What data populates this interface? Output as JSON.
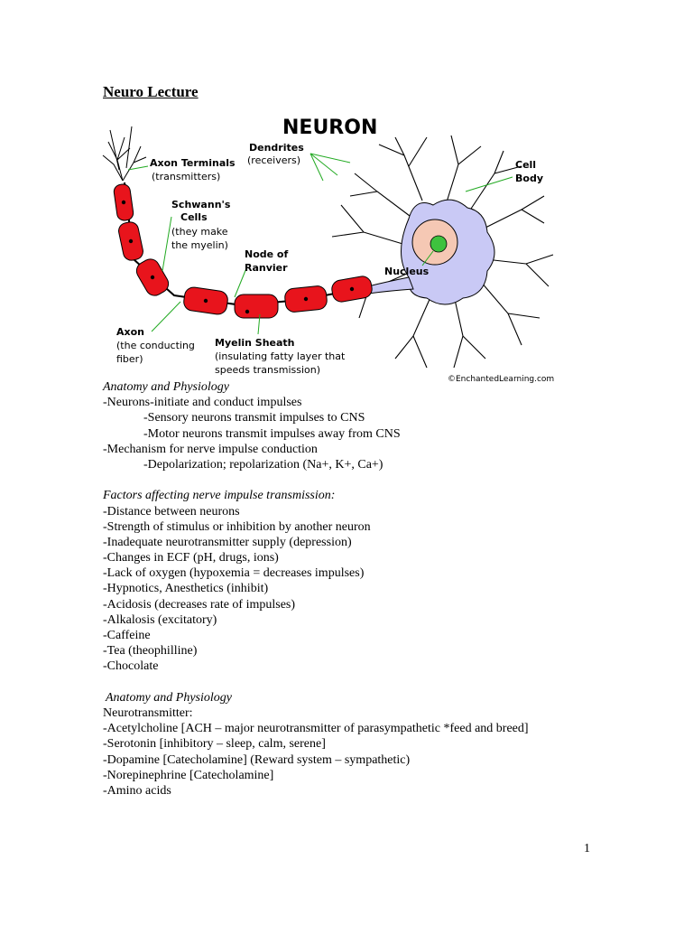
{
  "title": "Neuro Lecture",
  "diagram": {
    "heading": "NEURON",
    "labels": {
      "axon_terminals": "Axon Terminals",
      "axon_terminals_sub": "(transmitters)",
      "dendrites": "Dendrites",
      "dendrites_sub": "(receivers)",
      "cell_body_1": "Cell",
      "cell_body_2": "Body",
      "schwann_1": "Schwann's",
      "schwann_2": "Cells",
      "schwann_sub_1": "(they make",
      "schwann_sub_2": "the myelin)",
      "node_1": "Node of",
      "node_2": "Ranvier",
      "nucleus": "Nucleus",
      "axon": "Axon",
      "axon_sub_1": "(the conducting",
      "axon_sub_2": "fiber)",
      "myelin": "Myelin Sheath",
      "myelin_sub_1": "(insulating fatty layer that",
      "myelin_sub_2": "speeds transmission)",
      "credit": "©EnchantedLearning.com"
    },
    "colors": {
      "myelin": "#e8141c",
      "cell_body": "#c9c9f5",
      "outline": "#000000",
      "nucleus": "#f5c8b4",
      "nucleolus": "#3ec23e",
      "leader": "#22aa22"
    }
  },
  "sections": [
    {
      "heading": "Anatomy and Physiology",
      "lines": [
        {
          "indent": false,
          "text": "-Neurons-initiate and conduct impulses"
        },
        {
          "indent": true,
          "text": "-Sensory neurons transmit impulses to CNS"
        },
        {
          "indent": true,
          "text": "-Motor neurons transmit impulses away from CNS"
        },
        {
          "indent": false,
          "text": "-Mechanism for nerve impulse conduction"
        },
        {
          "indent": true,
          "text": "-Depolarization; repolarization (Na+, K+, Ca+)"
        }
      ]
    },
    {
      "heading": "Factors affecting nerve impulse transmission:",
      "lines": [
        {
          "indent": false,
          "text": "-Distance between neurons"
        },
        {
          "indent": false,
          "text": "-Strength of stimulus or inhibition by another neuron"
        },
        {
          "indent": false,
          "text": "-Inadequate neurotransmitter supply (depression)"
        },
        {
          "indent": false,
          "text": "-Changes in ECF (pH, drugs, ions)"
        },
        {
          "indent": false,
          "text": "-Lack of oxygen (hypoxemia = decreases impulses)"
        },
        {
          "indent": false,
          "text": "-Hypnotics, Anesthetics (inhibit)"
        },
        {
          "indent": false,
          "text": "-Acidosis (decreases rate of impulses)"
        },
        {
          "indent": false,
          "text": "-Alkalosis (excitatory)"
        },
        {
          "indent": false,
          "text": "-Caffeine"
        },
        {
          "indent": false,
          "text": "-Tea (theophilline)"
        },
        {
          "indent": false,
          "text": "-Chocolate"
        }
      ]
    },
    {
      "heading": "Anatomy and Physiology",
      "lines": [
        {
          "indent": false,
          "text": "Neurotransmitter:"
        },
        {
          "indent": false,
          "text": "-Acetylcholine [ACH – major neurotransmitter of parasympathetic *feed and breed]"
        },
        {
          "indent": false,
          "text": "-Serotonin [inhibitory – sleep, calm, serene]"
        },
        {
          "indent": false,
          "text": "-Dopamine [Catecholamine] (Reward system – sympathetic)"
        },
        {
          "indent": false,
          "text": "-Norepinephrine [Catecholamine]"
        },
        {
          "indent": false,
          "text": "-Amino acids"
        }
      ]
    }
  ],
  "page_number": "1"
}
